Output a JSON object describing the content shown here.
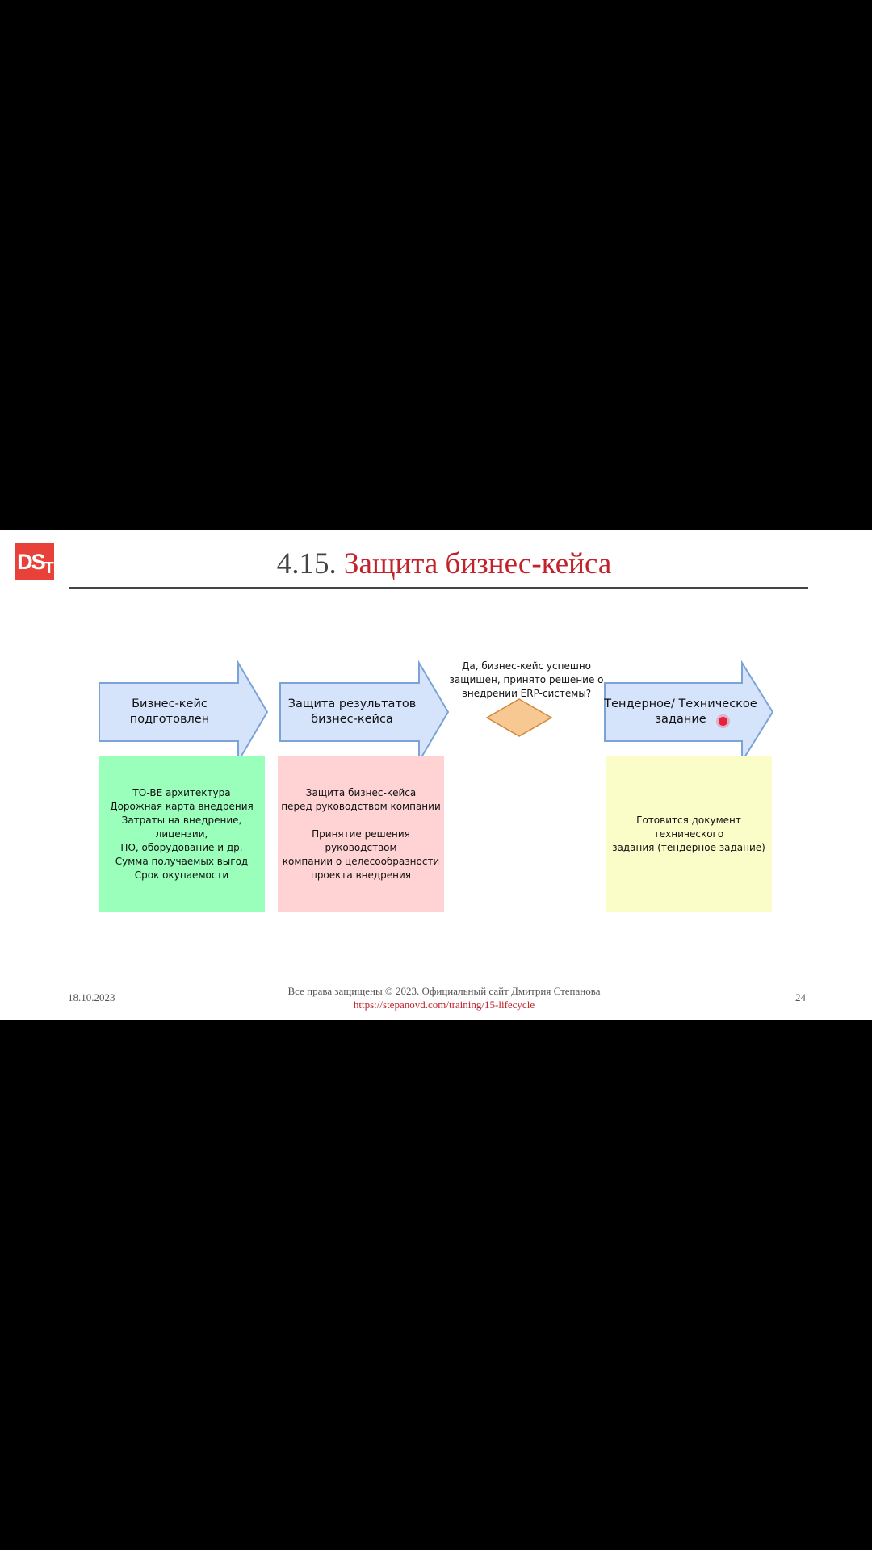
{
  "slide": {
    "logo": {
      "main": "DS",
      "sub": "T"
    },
    "title": {
      "number": "4.15.",
      "text": "Защита бизнес-кейса"
    }
  },
  "arrows": [
    {
      "label": "Бизнес-кейс подготовлен"
    },
    {
      "label": "Защита результатов бизнес-кейса"
    },
    {
      "label": "Тендерное/ Техническое задание"
    }
  ],
  "decision": {
    "text": "Да, бизнес-кейс успешно\nзащищен, принято решение о\nвнедрении ERP-системы?"
  },
  "boxes": [
    {
      "text": "TO-BE архитектура\nДорожная карта внедрения\nЗатраты на внедрение, лицензии,\nПО, оборудование и др.\nСумма получаемых выгод\nСрок окупаемости"
    },
    {
      "text": "Защита бизнес-кейса\nперед руководством компании\n\nПринятие решения руководством\nкомпании о целесообразности\nпроекта внедрения"
    },
    {
      "text": "Готовится документ технического\nзадания (тендерное задание)"
    }
  ],
  "footer": {
    "date": "18.10.2023",
    "rights": "Все права защищены © 2023. Официальный сайт Дмитрия Степанова",
    "link": "https://stepanovd.com/training/15-lifecycle",
    "page": "24"
  },
  "colors": {
    "arrow_fill": "#d6e4fb",
    "arrow_stroke": "#7ba3d6",
    "box_green": "#99ffbb",
    "box_pink": "#ffd3d3",
    "box_yellow": "#fbfdc9",
    "diamond_fill": "#f7c891",
    "diamond_stroke": "#d0883d",
    "accent_red": "#c0232b"
  }
}
